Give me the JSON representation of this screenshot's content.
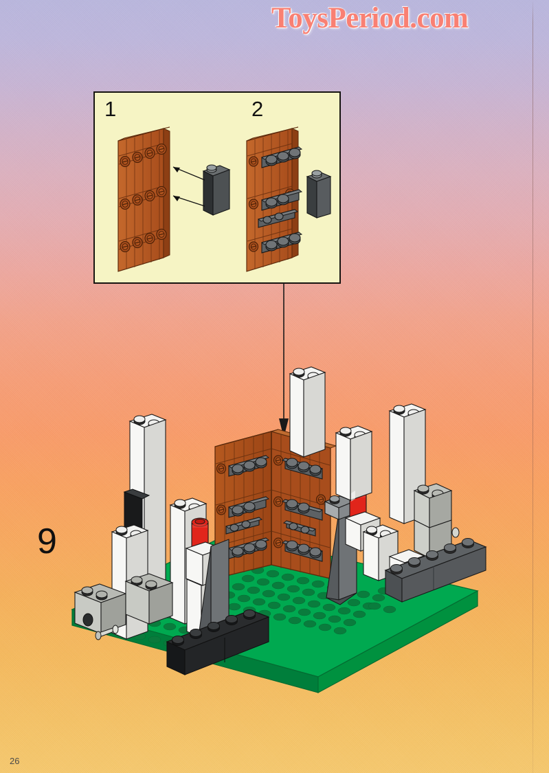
{
  "page": {
    "number": "26",
    "step_number": "9",
    "watermark": "ToysPeriod.com",
    "background": {
      "top_color": "#b9b6dd",
      "mid_color": "#f79d76",
      "bottom_color": "#f6c86c"
    }
  },
  "inset": {
    "background_color": "#f6f4c4",
    "border_color": "#161410",
    "substeps": [
      {
        "label": "1",
        "description": "brown door panel with two arrows pointing to dark gray 1x1 brick"
      },
      {
        "label": "2",
        "description": "brown door panel assembled with gray plates and dark gray brick"
      }
    ]
  },
  "connector": {
    "type": "assembly-arrow",
    "direction": "down",
    "color": "#1a1a1a"
  },
  "colors": {
    "brick_brown": "#b3551f",
    "brick_brown_dark": "#8d3f14",
    "brick_brown_light": "#c4682c",
    "brick_white": "#f2f2f0",
    "brick_white_side": "#dcdcd8",
    "brick_white_dark": "#c4c4c0",
    "brick_lightgray": "#b8bab4",
    "brick_lightgray_dark": "#9a9c96",
    "brick_darkgray": "#5b5f62",
    "brick_darkgray_dark": "#43474a",
    "brick_black": "#27292b",
    "brick_black_dark": "#171819",
    "brick_red": "#e1251b",
    "brick_red_dark": "#b01510",
    "base_green": "#00a950",
    "base_green_dark": "#007a3a",
    "base_green_edge": "#00913f",
    "stud_top": "#2b2b2b",
    "outline": "#1a1a1a"
  },
  "model": {
    "name": "lego-wall-assembly-step-9",
    "baseplate": "green baseplate",
    "elements": [
      "white 1x2 columns",
      "light gray bricks with pin hole",
      "brown door panel with gray plates",
      "red 1x1 round bricks",
      "dark gray slope bricks",
      "black slope bricks"
    ]
  }
}
